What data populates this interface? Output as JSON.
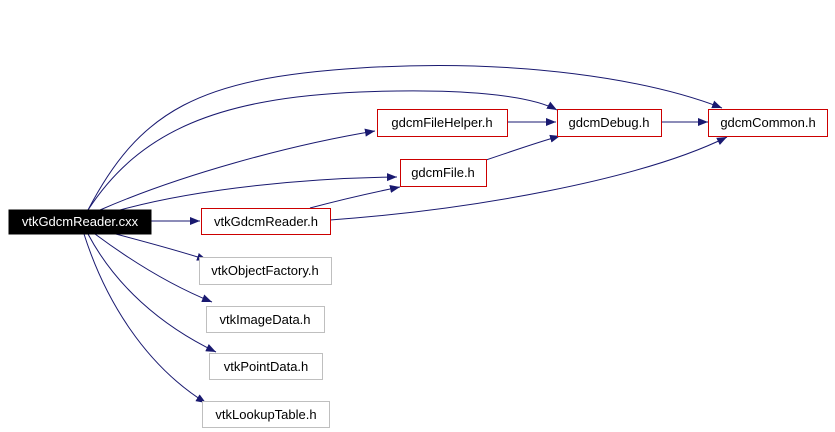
{
  "colors": {
    "edge": "#191970",
    "documented_border": "#cc0000",
    "undocumented_border": "#bfbfbf",
    "root_fill": "#000000",
    "root_text": "#ffffff",
    "text": "#000000"
  },
  "nodes": {
    "root": "vtkGdcmReader.cxx",
    "vtk_gdcm_reader_h": "vtkGdcmReader.h",
    "gdcm_file_helper_h": "gdcmFileHelper.h",
    "gdcm_debug_h": "gdcmDebug.h",
    "gdcm_common_h": "gdcmCommon.h",
    "gdcm_file_h": "gdcmFile.h",
    "vtk_object_factory_h": "vtkObjectFactory.h",
    "vtk_image_data_h": "vtkImageData.h",
    "vtk_point_data_h": "vtkPointData.h",
    "vtk_lookup_table_h": "vtkLookupTable.h"
  }
}
